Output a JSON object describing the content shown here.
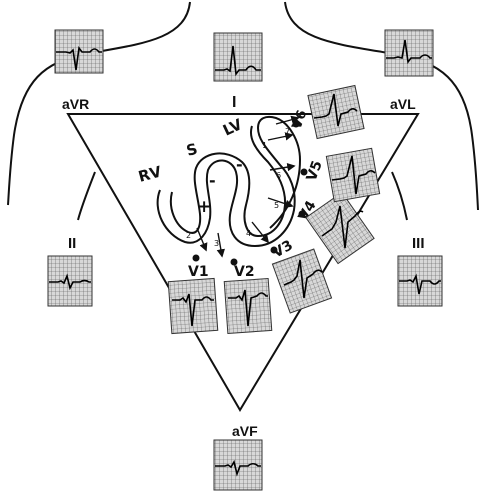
{
  "limb_leads": {
    "aVR": "aVR",
    "I": "I",
    "aVL": "aVL",
    "II": "II",
    "III": "III",
    "aVF": "aVF"
  },
  "heart": {
    "RV": "RV",
    "S": "S",
    "LV": "LV",
    "plus": "+",
    "minus1": "-",
    "minus2": "-"
  },
  "precordial": {
    "V1": "V1",
    "V2": "V2",
    "V3": "V3",
    "V4": "V4",
    "V5": "V5",
    "V6": "V6"
  },
  "vector_numbers": [
    "1",
    "2",
    "3",
    "4",
    "5",
    "6",
    "7"
  ]
}
